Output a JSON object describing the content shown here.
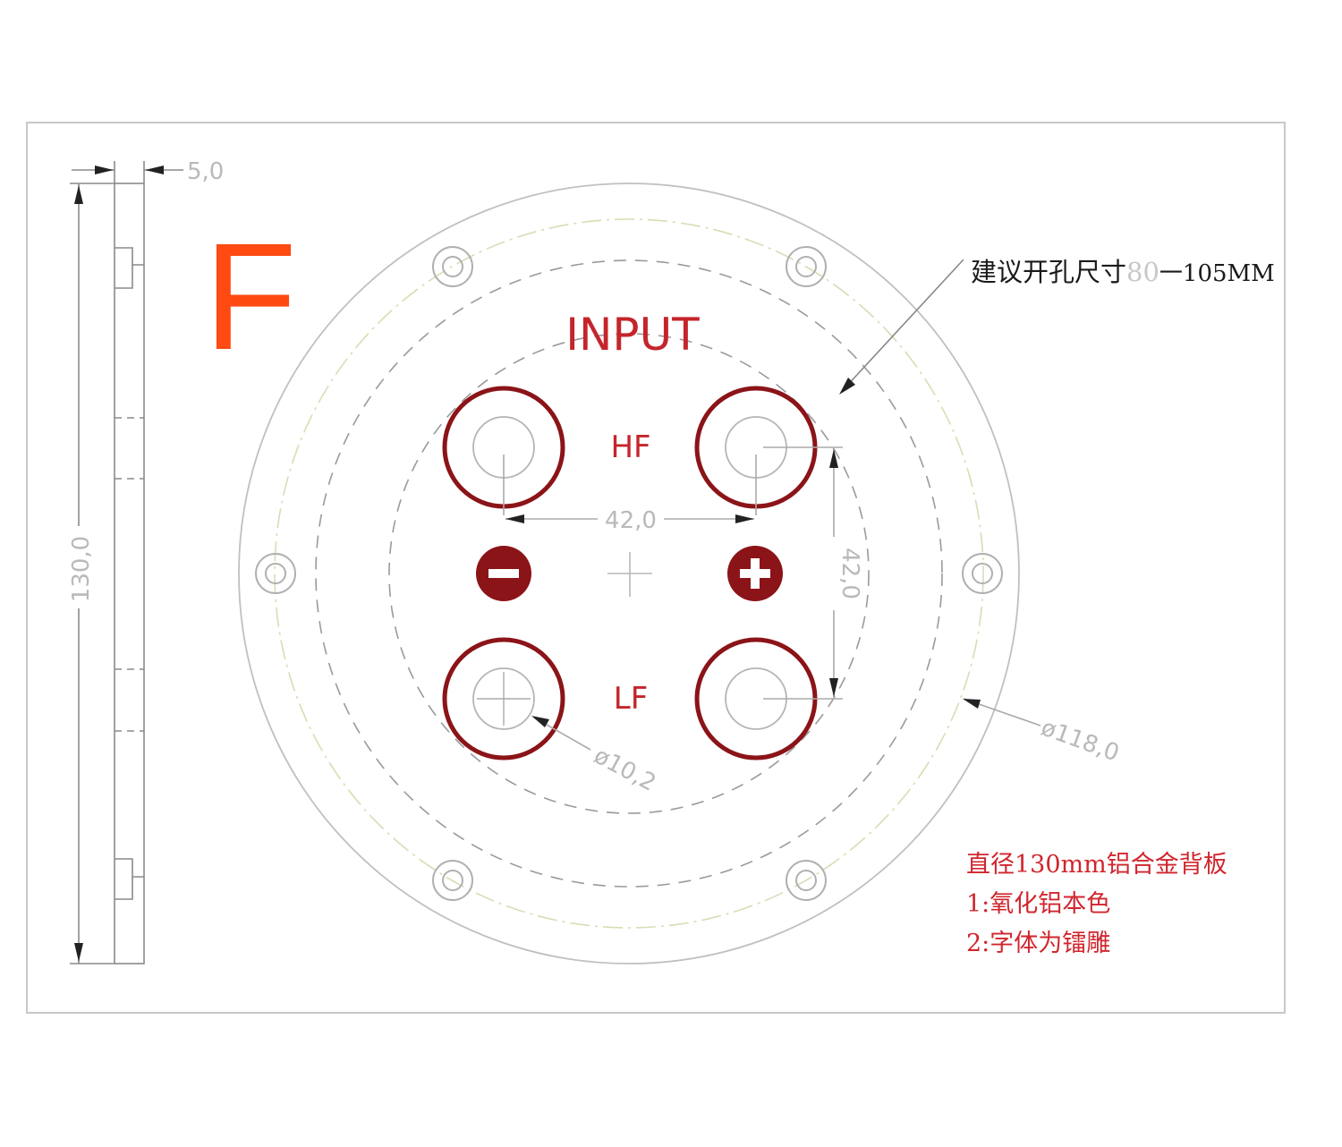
{
  "drawing": {
    "letter": "F",
    "title": "INPUT",
    "hf_label": "HF",
    "lf_label": "LF",
    "dim_thickness": "5,0",
    "dim_height": "130,0",
    "dim_spacing_horizontal": "42,0",
    "dim_spacing_vertical": "42,0",
    "dim_hole": "ø10,2",
    "dim_outer": "ø118,0",
    "callout_text": "建议开孔尺寸",
    "callout_range_start": "80",
    "callout_range_end": "一105MM",
    "notes": [
      "直径130mm铝合金背板",
      "1:氧化铝本色",
      "2:字体为镭雕"
    ],
    "minus_symbol": "minus-terminal-icon",
    "plus_symbol": "plus-terminal-icon"
  },
  "colors": {
    "accent_orange": "#ff4a12",
    "terminal_red": "#8b1418",
    "label_red": "#c4252b",
    "line_grey": "#b9b9b9"
  }
}
